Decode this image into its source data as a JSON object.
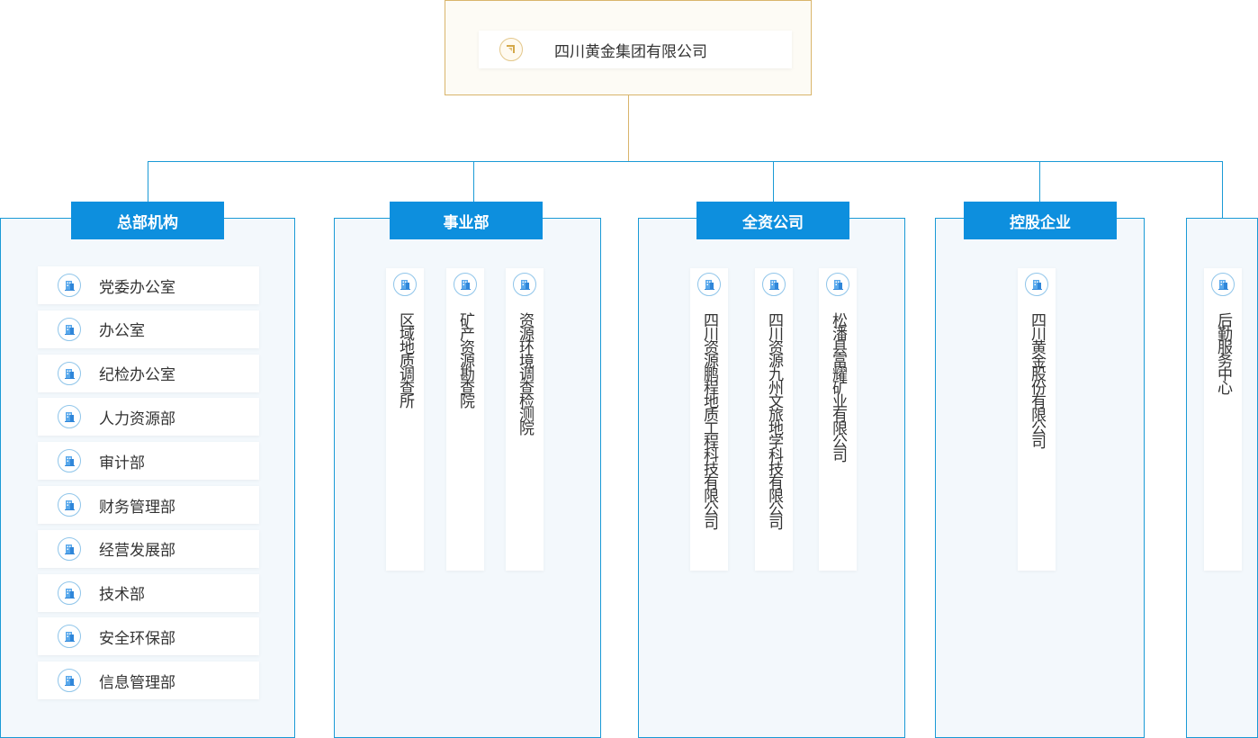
{
  "root": {
    "title": "四川黄金集团有限公司",
    "icon": "document-icon"
  },
  "colors": {
    "accent": "#0d8fde",
    "line": "#1a9ad6",
    "gold": "#d9b56b",
    "panel": "#f3f8fc"
  },
  "sections": [
    {
      "title": "总部机构",
      "items": [
        "党委办公室",
        "办公室",
        "纪检办公室",
        "人力资源部",
        "审计部",
        "财务管理部",
        "经营发展部",
        "技术部",
        "安全环保部",
        "信息管理部"
      ]
    },
    {
      "title": "事业部",
      "items": [
        "区域地质调查所",
        "矿产资源勘查院",
        "资源环境调查检测院"
      ]
    },
    {
      "title": "全资公司",
      "items": [
        "四川资源鹏程地质工程科技有限公司",
        "四川资源九州文旅地学科技有限公司",
        "松潘县富耀矿业有限公司"
      ]
    },
    {
      "title": "控股企业",
      "items": [
        "四川黄金股份有限公司"
      ]
    },
    {
      "title": "",
      "items": [
        "后勤服务中心"
      ]
    }
  ],
  "item_icon": "building-icon"
}
